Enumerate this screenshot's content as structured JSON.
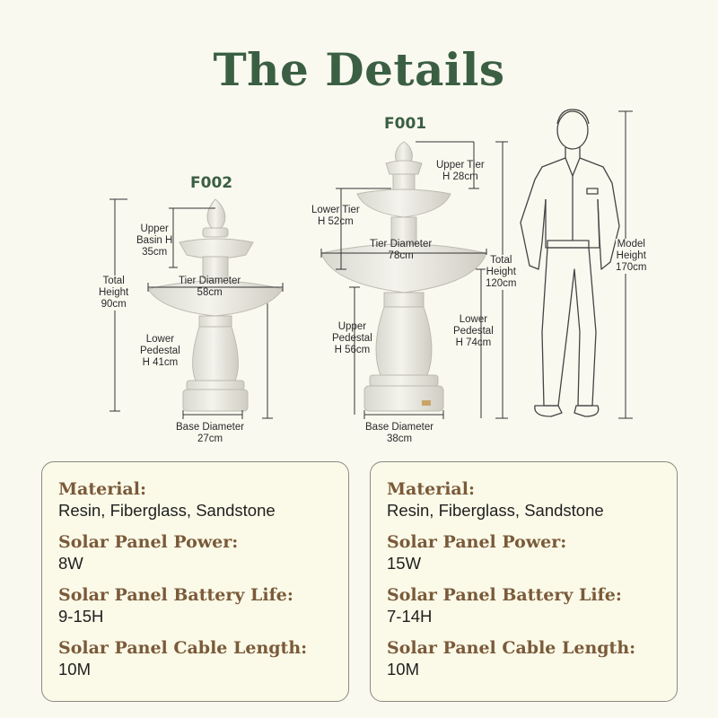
{
  "header": {
    "title": "The Details"
  },
  "f002": {
    "code": "F002",
    "upper_basin": [
      "Upper",
      "Basin H",
      "35cm"
    ],
    "total_height": [
      "Total",
      "Height",
      "90cm"
    ],
    "tier_diameter": [
      "Tier Diameter",
      "58cm"
    ],
    "lower_pedestal": [
      "Lower",
      "Pedestal",
      "H 41cm"
    ],
    "base_diameter": [
      "Base Diameter",
      "27cm"
    ]
  },
  "f001": {
    "code": "F001",
    "upper_tier": [
      "Upper Tier",
      "H 28cm"
    ],
    "lower_tier": [
      "Lower Tier",
      "H 52cm"
    ],
    "tier_diameter": [
      "Tier Diameter",
      "78cm"
    ],
    "total_height": [
      "Total",
      "Height",
      "120cm"
    ],
    "upper_pedestal": [
      "Upper",
      "Pedestal",
      "H 56cm"
    ],
    "lower_pedestal": [
      "Lower",
      "Pedestal",
      "H 74cm"
    ],
    "base_diameter": [
      "Base Diameter",
      "38cm"
    ]
  },
  "model": {
    "height": [
      "Model",
      "Height",
      "170cm"
    ]
  },
  "cards": [
    {
      "material_label": "Material:",
      "material_value": "Resin, Fiberglass, Sandstone",
      "power_label": "Solar Panel Power:",
      "power_value": "8W",
      "battery_label": "Solar Panel Battery Life:",
      "battery_value": "9-15H",
      "cable_label": "Solar Panel Cable Length:",
      "cable_value": "10M"
    },
    {
      "material_label": "Material:",
      "material_value": "Resin, Fiberglass, Sandstone",
      "power_label": "Solar Panel Power:",
      "power_value": "15W",
      "battery_label": "Solar Panel Battery Life:",
      "battery_value": "7-14H",
      "cable_label": "Solar Panel Cable Length:",
      "cable_value": "10M"
    }
  ]
}
